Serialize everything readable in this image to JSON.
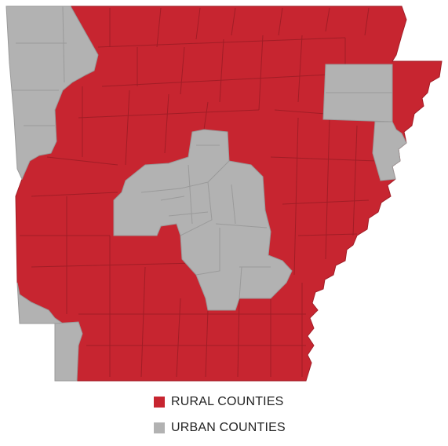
{
  "colors": {
    "rural": "#c72530",
    "urban": "#b2b2b2",
    "border": "#a11d26",
    "urban_border": "#9a9a9a"
  },
  "legend": {
    "items": [
      {
        "key": "rural",
        "label": "RURAL COUNTIES"
      },
      {
        "key": "urban",
        "label": "URBAN COUNTIES"
      }
    ]
  },
  "regions": [
    {
      "name": "urban-northwest",
      "type": "urban"
    },
    {
      "name": "urban-west-fort-smith",
      "type": "urban"
    },
    {
      "name": "urban-central",
      "type": "urban"
    },
    {
      "name": "urban-northeast",
      "type": "urban"
    },
    {
      "name": "urban-east",
      "type": "urban"
    },
    {
      "name": "urban-southeast-central",
      "type": "urban"
    },
    {
      "name": "urban-southwest",
      "type": "urban"
    },
    {
      "name": "urban-texarkana",
      "type": "urban"
    }
  ]
}
